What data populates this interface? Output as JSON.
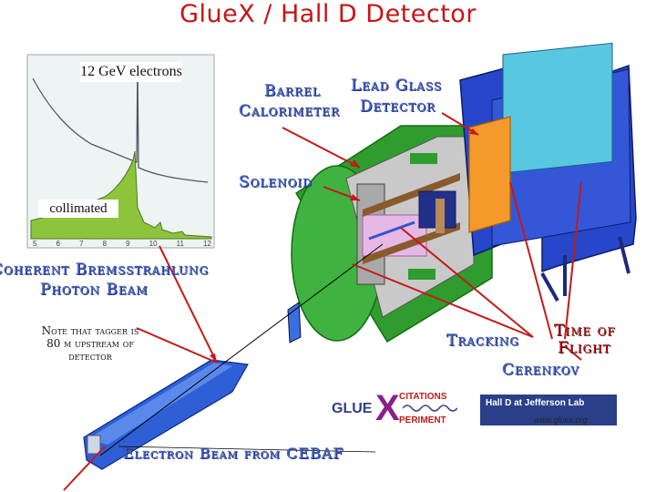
{
  "title": "GlueX / Hall D Detector",
  "labels": {
    "barrel": "Barrel",
    "calorimeter": "Calorimeter",
    "lead_glass": "Lead Glass",
    "detector": "Detector",
    "solenoid": "Solenoid",
    "bremsstrahlung": "Coherent Bremsstrahlung",
    "photon_beam": "Photon Beam",
    "tracking": "Tracking",
    "time_of": "Time of",
    "flight": "Flight",
    "cerenkov": "Cerenkov",
    "electron_beam": "Electron Beam from CEBAF"
  },
  "note": {
    "line1": "Note that tagger is",
    "line2": "80 m upstream of",
    "line3": "detector"
  },
  "spectrum": {
    "label_top": "12 GeV electrons",
    "label_bottom": "collimated",
    "tick_labels": [
      "5",
      "6",
      "7",
      "8",
      "9",
      "10",
      "11",
      "12"
    ]
  },
  "logos": {
    "gluex_a": "GLUE",
    "gluex_x": "X",
    "citations": "CITATIONS",
    "periment": "PERIMENT",
    "hall_d": "Hall D at Jefferson Lab",
    "url": "www.gluex.org"
  },
  "colors": {
    "title": "#c81414",
    "label": "#4d6bd1",
    "solenoid": "#3aa83a",
    "arrow": "#c41a1a",
    "magnet_blue": "#2e5fd6"
  }
}
